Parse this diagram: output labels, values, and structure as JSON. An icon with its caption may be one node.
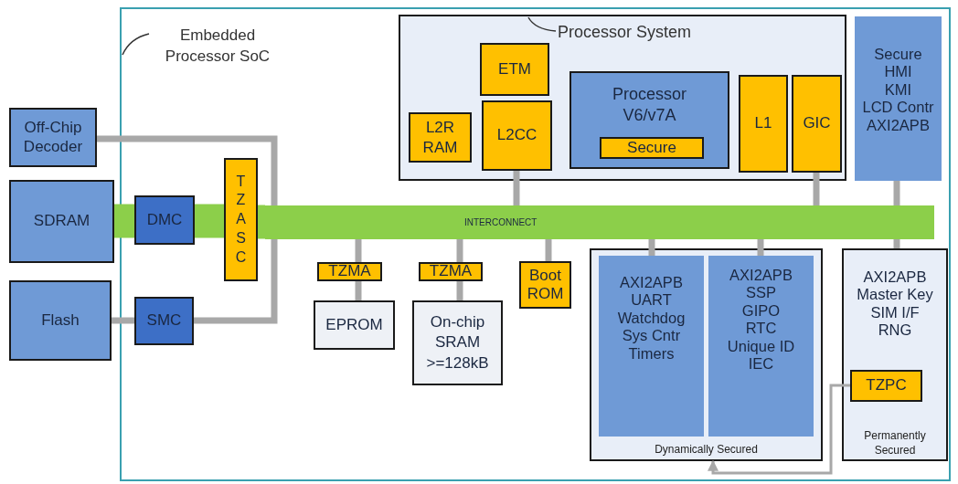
{
  "diagram": {
    "nodes": [
      {
        "text": [
          "Embedded Processor SoC"
        ]
      },
      {
        "text": [
          "Off-Chip Decoder"
        ]
      },
      {
        "text": [
          "SDRAM"
        ]
      },
      {
        "text": [
          "Flash"
        ]
      },
      {
        "text": [
          "DMC"
        ],
        "in": 0
      },
      {
        "text": [
          "SMC"
        ],
        "in": 0
      },
      {
        "text": [
          "TZASC"
        ],
        "in": 0
      },
      {
        "text": [
          "INTERCONNECT"
        ],
        "in": 0
      },
      {
        "text": [
          "Processor System"
        ],
        "in": 0
      },
      {
        "text": [
          "L2R RAM"
        ],
        "in": 8
      },
      {
        "text": [
          "ETM"
        ],
        "in": 8
      },
      {
        "text": [
          "L2CC"
        ],
        "in": 8
      },
      {
        "text": [
          "Processor V6/v7A"
        ],
        "in": 8
      },
      {
        "text": [
          "Secure"
        ],
        "in": 12
      },
      {
        "text": [
          "L1"
        ],
        "in": 8
      },
      {
        "text": [
          "GIC"
        ],
        "in": 8
      },
      {
        "text": [
          "Secure",
          "HMI",
          "KMI",
          "LCD Contr",
          "AXI2APB"
        ],
        "in": 0
      },
      {
        "text": [
          "TZMA"
        ],
        "in": 0
      },
      {
        "text": [
          "TZMA"
        ],
        "in": 0
      },
      {
        "text": [
          "Boot ROM"
        ],
        "in": 0
      },
      {
        "text": [
          "EPROM"
        ],
        "in": 0
      },
      {
        "text": [
          "On-chip SRAM >=128kB"
        ],
        "in": 0
      },
      {
        "text": [
          "Dynamically Secured"
        ],
        "in": 0
      },
      {
        "text": [
          "AXI2APB",
          "UART",
          "Watchdog",
          "Sys Cntr",
          "Timers"
        ],
        "in": 22
      },
      {
        "text": [
          "AXI2APB",
          "SSP",
          "GIPO",
          "RTC",
          "Unique ID",
          "IEC"
        ],
        "in": 22
      },
      {
        "text": [
          "AXI2APB",
          "Master Key",
          "SIM I/F",
          "RNG",
          "Permanently Secured"
        ],
        "in": 0
      },
      {
        "text": [
          "TZPC"
        ],
        "in": 25
      }
    ],
    "edges": [
      {
        "from": 2,
        "to": 4,
        "arrow": "none",
        "style": "thick",
        "color": "#8ccf4a"
      },
      {
        "from": 4,
        "to": 6,
        "arrow": "none",
        "style": "thick",
        "color": "#8ccf4a"
      },
      {
        "from": 6,
        "to": 7,
        "arrow": "none",
        "style": "thick",
        "color": "#8ccf4a"
      },
      {
        "from": 1,
        "to": 7,
        "arrow": "none"
      },
      {
        "from": 3,
        "to": 5,
        "arrow": "none"
      },
      {
        "from": 5,
        "to": 7,
        "arrow": "none"
      },
      {
        "from": 11,
        "to": 7,
        "arrow": "none"
      },
      {
        "from": 15,
        "to": 7,
        "arrow": "none"
      },
      {
        "from": 16,
        "to": 7,
        "arrow": "none"
      },
      {
        "from": 7,
        "to": 17,
        "arrow": "none"
      },
      {
        "from": 17,
        "to": 20,
        "arrow": "none"
      },
      {
        "from": 7,
        "to": 18,
        "arrow": "none"
      },
      {
        "from": 18,
        "to": 21,
        "arrow": "none"
      },
      {
        "from": 7,
        "to": 19,
        "arrow": "none"
      },
      {
        "from": 7,
        "to": 23,
        "arrow": "none"
      },
      {
        "from": 7,
        "to": 24,
        "arrow": "none"
      },
      {
        "from": 7,
        "to": 25,
        "arrow": "none"
      },
      {
        "from": 26,
        "to": 22,
        "arrow": "to"
      }
    ]
  }
}
